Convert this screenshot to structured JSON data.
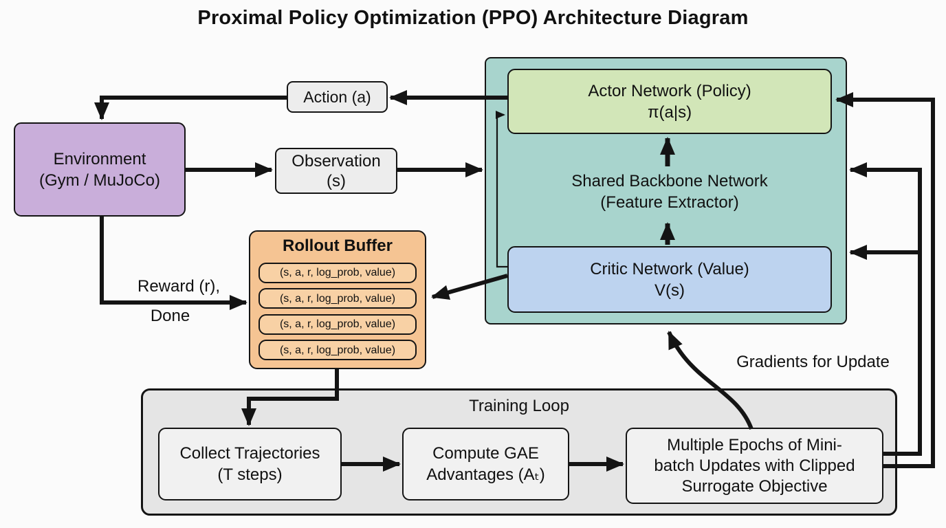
{
  "title": "Proximal Policy Optimization (PPO) Architecture Diagram",
  "colors": {
    "environment": "#c9aeda",
    "io_box": "#ededed",
    "agent_container": "#a8d4cd",
    "actor": "#d2e6b8",
    "critic": "#bdd3ef",
    "buffer": "#f5c493",
    "buffer_slot": "#f8d1a5",
    "training_container": "#e5e5e5",
    "training_box": "#f1f1f1",
    "line": "#141414"
  },
  "nodes": {
    "environment": {
      "line1": "Environment",
      "line2": "(Gym / MuJoCo)"
    },
    "action": {
      "label": "Action (a)"
    },
    "observation": {
      "line1": "Observation",
      "line2": "(s)"
    },
    "actor": {
      "line1": "Actor Network (Policy)",
      "line2": "π(a|s)"
    },
    "backbone": {
      "line1": "Shared Backbone Network",
      "line2": "(Feature Extractor)"
    },
    "critic": {
      "line1": "Critic Network (Value)",
      "line2": "V(s)"
    },
    "rollout_buffer": {
      "title": "Rollout Buffer",
      "slots": [
        "(s, a, r, log_prob, value)",
        "(s, a, r, log_prob, value)",
        "(s, a, r, log_prob, value)",
        "(s, a, r, log_prob, value)"
      ]
    },
    "training_loop": {
      "title": "Training Loop"
    },
    "collect": {
      "line1": "Collect Trajectories",
      "line2": "(T steps)"
    },
    "gae": {
      "line1": "Compute GAE",
      "line2": "Advantages (Aₜ)"
    },
    "epochs": {
      "line1": "Multiple Epochs of Mini-",
      "line2": "batch Updates with Clipped",
      "line3": "Surrogate Objective"
    }
  },
  "edge_labels": {
    "reward_line1": "Reward (r),",
    "reward_line2": "Done",
    "gradients": "Gradients for Update"
  }
}
